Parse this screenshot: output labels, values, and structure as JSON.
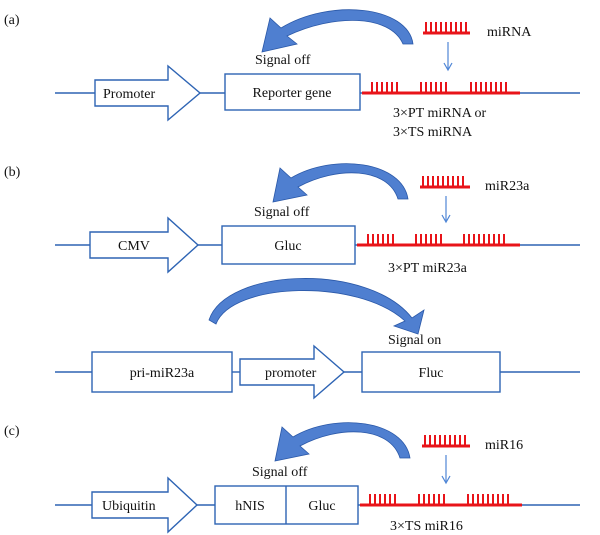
{
  "panel_a": {
    "label": "(a)",
    "promoter": "Promoter",
    "reporter": "Reporter gene",
    "signal": "Signal off",
    "mirna": "miRNA",
    "site_line1": "3×PT miRNA or",
    "site_line2": "3×TS miRNA"
  },
  "panel_b": {
    "label": "(b)",
    "promoter": "CMV",
    "reporter": "Gluc",
    "signal": "Signal off",
    "mirna": "miR23a",
    "site": "3×PT miR23a",
    "pri": "pri-miR23a",
    "promoter2": "promoter",
    "fluc": "Fluc",
    "signal_on": "Signal on"
  },
  "panel_c": {
    "label": "(c)",
    "promoter": "Ubiquitin",
    "hnis": "hNIS",
    "gluc": "Gluc",
    "signal": "Signal off",
    "mirna": "miR16",
    "site": "3×TS miR16"
  }
}
